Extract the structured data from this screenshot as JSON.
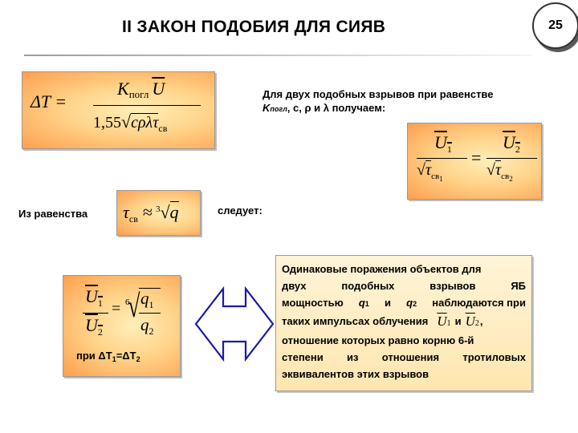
{
  "slide": {
    "title": "II ЗАКОН ПОДОБИЯ ДЛЯ СИЯВ",
    "page_number": "25"
  },
  "formula_main": {
    "lhs": "ΔT =",
    "numerator_k": "K",
    "numerator_sub": "погл",
    "numerator_u": "U",
    "denominator_coeff": "1,55",
    "denominator_vars": "cρλτ",
    "denominator_sub": "св"
  },
  "intro_text": {
    "line1": "Для двух подобных взрывов при равенстве",
    "line2_k": "K",
    "line2_k_sub": "погл",
    "line2_rest": ", c, ρ и λ получаем:"
  },
  "formula_ratio": {
    "u": "U",
    "sub1": "1",
    "sub2": "2",
    "tau": "τ",
    "tau_sub1": "св",
    "tau_sub1_idx": "1",
    "tau_sub2": "св",
    "tau_sub2_idx": "2",
    "eq": "="
  },
  "equality_label": "Из равенства",
  "formula_tau": {
    "tau": "τ",
    "tau_sub": "св",
    "approx": "≈",
    "root_index": "3",
    "q": "q"
  },
  "follows_label": "следует:",
  "formula_u_ratio": {
    "u": "U",
    "sub1": "1",
    "sub2": "2",
    "eq": "=",
    "root_index": "6",
    "q": "q"
  },
  "condition_label": {
    "prefix": "при ΔT",
    "sub1": "1",
    "mid": "=ΔT",
    "sub2": "2"
  },
  "result_text": {
    "line1": "Одинаковые поражения объектов для",
    "line2_words": [
      "двух",
      "подобных",
      "взрывов",
      "ЯБ"
    ],
    "line3_a": "мощностью",
    "line3_q": "q",
    "line3_sub1": "1",
    "line3_and": "и",
    "line3_sub2": "2",
    "line3_rest": "наблюдаются при",
    "line4_a": "таких импульсах облучения",
    "line4_u": "U",
    "line4_sub1": "1",
    "line4_and": "и",
    "line4_sub2": "2",
    "line4_end": ",",
    "line5": "отношение которых равно корню 6-й",
    "line6_words": [
      "степени",
      "из",
      "отношения",
      "тротиловых"
    ],
    "line7": "эквивалентов этих взрывов"
  }
}
